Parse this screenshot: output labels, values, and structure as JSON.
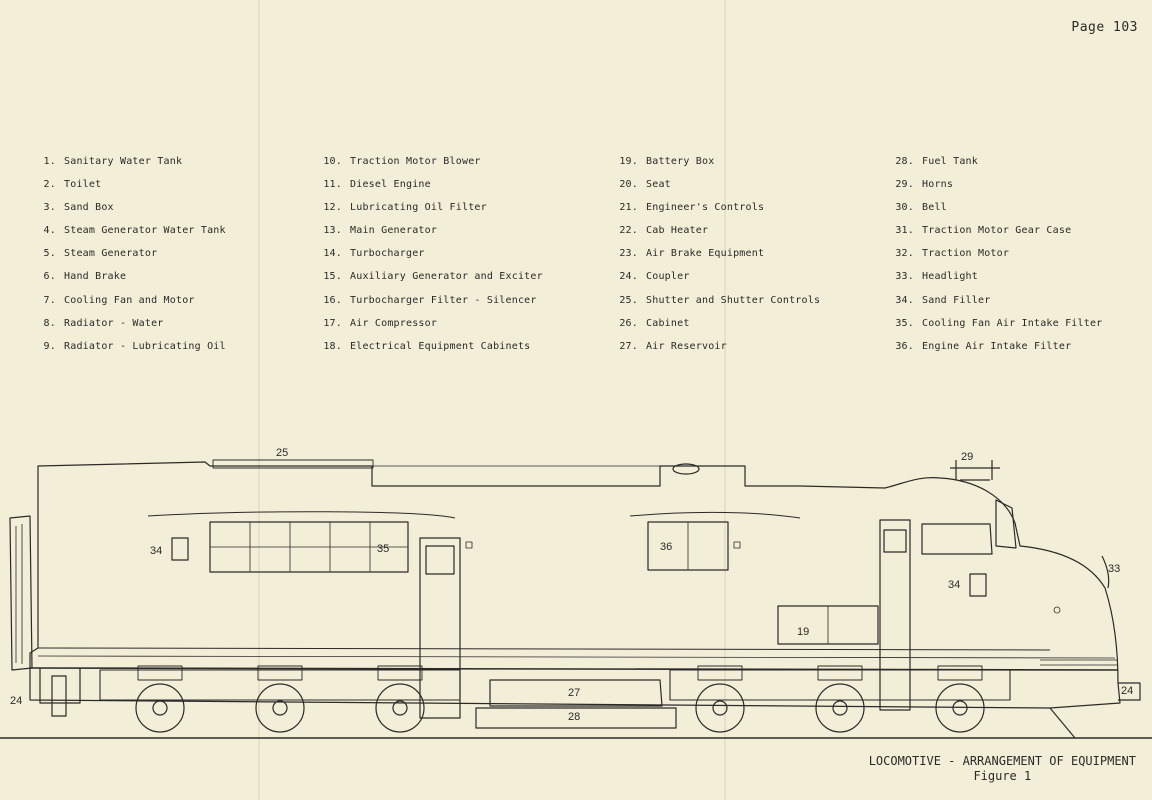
{
  "page_number": "Page 103",
  "legend": [
    [
      {
        "num": "1.",
        "label": "Sanitary Water Tank"
      },
      {
        "num": "2.",
        "label": "Toilet"
      },
      {
        "num": "3.",
        "label": "Sand Box"
      },
      {
        "num": "4.",
        "label": "Steam Generator Water Tank"
      },
      {
        "num": "5.",
        "label": "Steam Generator"
      },
      {
        "num": "6.",
        "label": "Hand Brake"
      },
      {
        "num": "7.",
        "label": "Cooling Fan and Motor"
      },
      {
        "num": "8.",
        "label": "Radiator - Water"
      },
      {
        "num": "9.",
        "label": "Radiator - Lubricating Oil"
      }
    ],
    [
      {
        "num": "10.",
        "label": "Traction Motor Blower"
      },
      {
        "num": "11.",
        "label": "Diesel Engine"
      },
      {
        "num": "12.",
        "label": "Lubricating Oil Filter"
      },
      {
        "num": "13.",
        "label": "Main Generator"
      },
      {
        "num": "14.",
        "label": "Turbocharger"
      },
      {
        "num": "15.",
        "label": "Auxiliary Generator and Exciter"
      },
      {
        "num": "16.",
        "label": "Turbocharger Filter - Silencer"
      },
      {
        "num": "17.",
        "label": "Air Compressor"
      },
      {
        "num": "18.",
        "label": "Electrical Equipment Cabinets"
      }
    ],
    [
      {
        "num": "19.",
        "label": "Battery Box"
      },
      {
        "num": "20.",
        "label": "Seat"
      },
      {
        "num": "21.",
        "label": "Engineer's Controls"
      },
      {
        "num": "22.",
        "label": "Cab Heater"
      },
      {
        "num": "23.",
        "label": "Air Brake Equipment"
      },
      {
        "num": "24.",
        "label": "Coupler"
      },
      {
        "num": "25.",
        "label": "Shutter and Shutter Controls"
      },
      {
        "num": "26.",
        "label": "Cabinet"
      },
      {
        "num": "27.",
        "label": "Air Reservoir"
      }
    ],
    [
      {
        "num": "28.",
        "label": "Fuel Tank"
      },
      {
        "num": "29.",
        "label": "Horns"
      },
      {
        "num": "30.",
        "label": "Bell"
      },
      {
        "num": "31.",
        "label": "Traction Motor Gear Case"
      },
      {
        "num": "32.",
        "label": "Traction Motor"
      },
      {
        "num": "33.",
        "label": "Headlight"
      },
      {
        "num": "34.",
        "label": "Sand Filler"
      },
      {
        "num": "35.",
        "label": "Cooling Fan Air Intake Filter"
      },
      {
        "num": "36.",
        "label": "Engine Air Intake Filter"
      }
    ]
  ],
  "diagram_labels": {
    "l25": "25",
    "l29": "29",
    "l33": "33",
    "l34a": "34",
    "l35": "35",
    "l36": "36",
    "l34b": "34",
    "l19": "19",
    "l27": "27",
    "l28": "28",
    "l24a": "24",
    "l24b": "24"
  },
  "caption": {
    "line1": "LOCOMOTIVE - ARRANGEMENT OF EQUIPMENT",
    "line2": "Figure 1"
  }
}
